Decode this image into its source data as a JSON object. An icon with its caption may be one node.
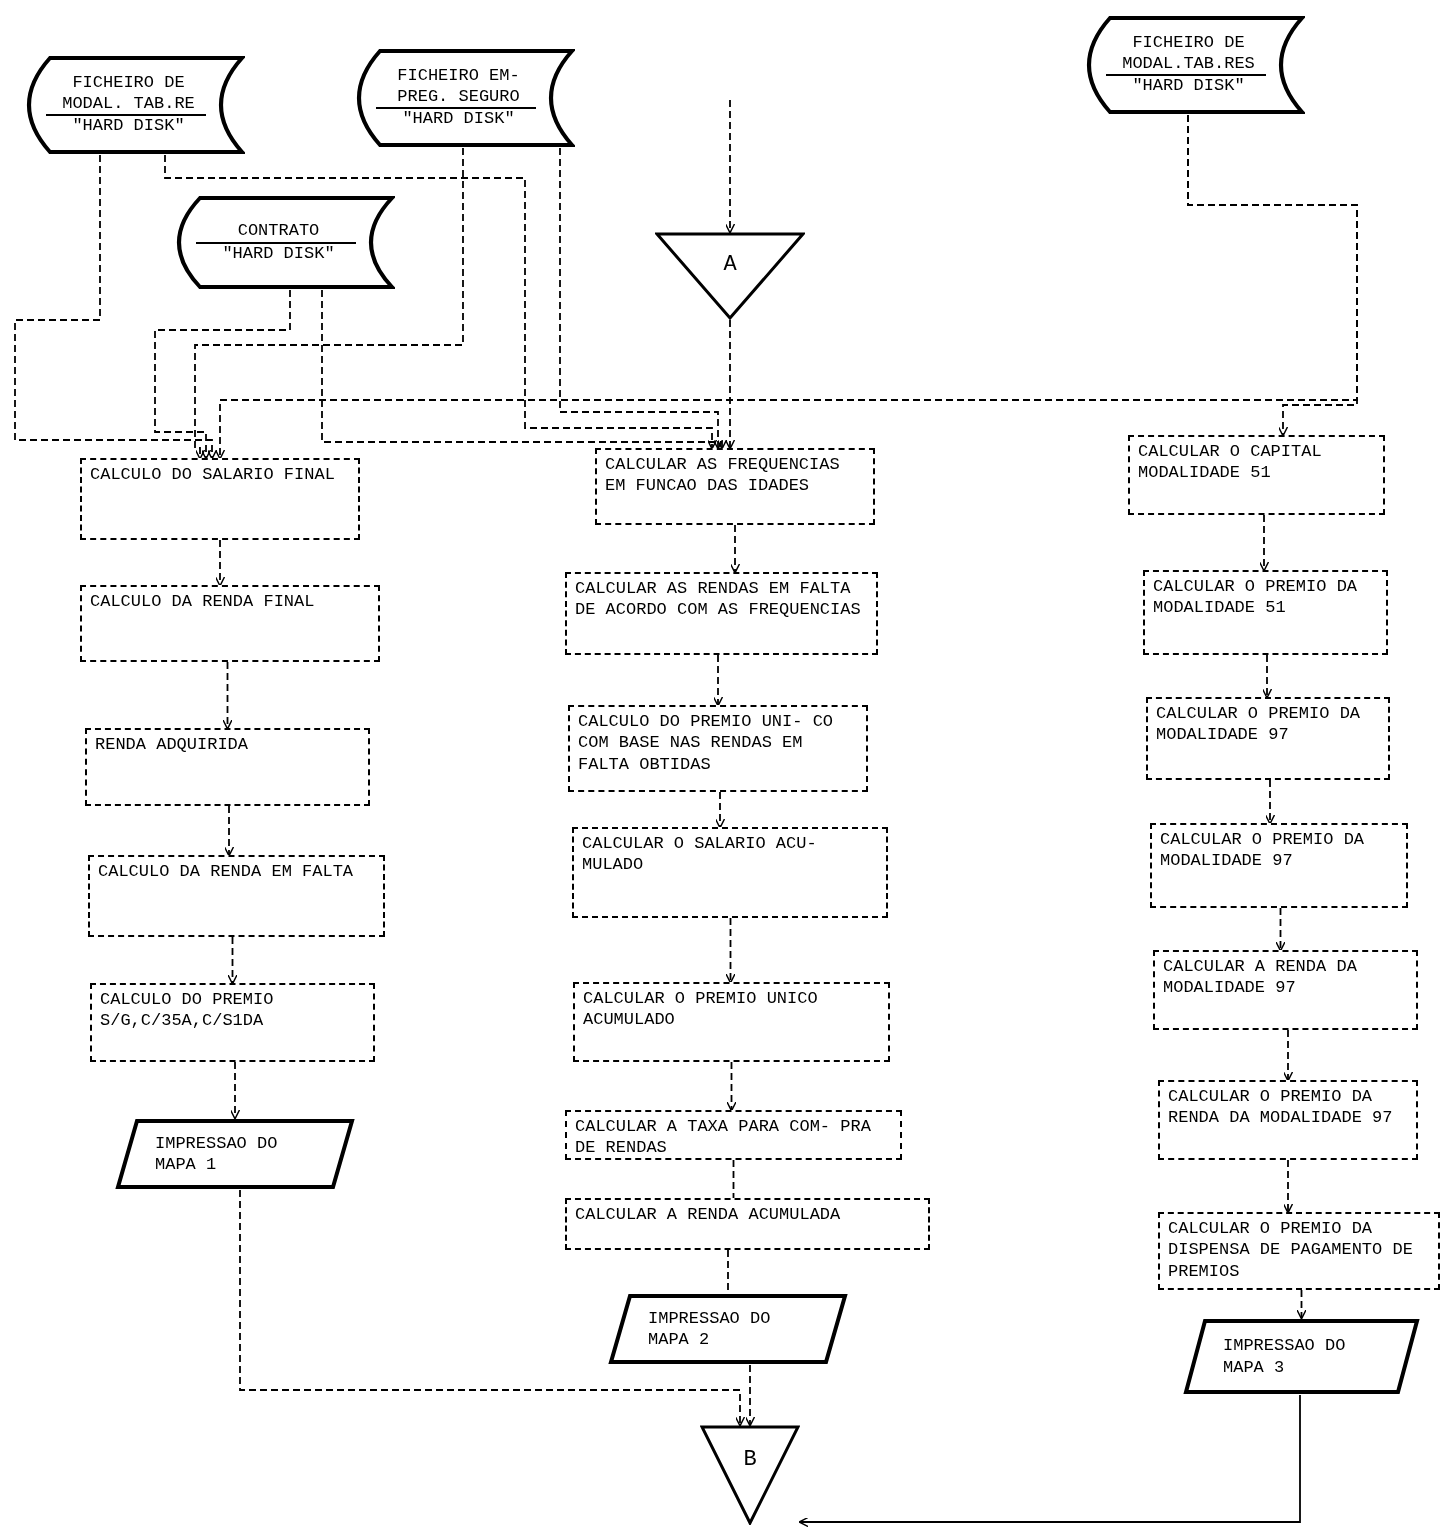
{
  "diagram": {
    "nodes": [
      {
        "text": [
          "FICHEIRO DE MODAL. TAB.RE",
          "\"HARD DISK\""
        ]
      },
      {
        "text": [
          "FICHEIRO EM- PREG. SEGURO",
          "\"HARD DISK\""
        ]
      },
      {
        "text": [
          "FICHEIRO DE MODAL.TAB.RES",
          "\"HARD DISK\""
        ]
      },
      {
        "text": [
          "CONTRATO",
          "\"HARD DISK\""
        ]
      },
      {
        "text": [
          "A"
        ]
      },
      {
        "text": [
          "CALCULO DO SALARIO FINAL"
        ]
      },
      {
        "text": [
          "CALCULO DA RENDA FINAL"
        ]
      },
      {
        "text": [
          "RENDA ADQUIRIDA"
        ]
      },
      {
        "text": [
          "CALCULO DA RENDA EM FALTA"
        ]
      },
      {
        "text": [
          "CALCULO DO PREMIO S/G,C/35A,C/S1DA"
        ]
      },
      {
        "text": [
          "IMPRESSAO DO MAPA 1"
        ]
      },
      {
        "text": [
          "CALCULAR AS FREQUENCIAS EM FUNCAO DAS IDADES"
        ]
      },
      {
        "text": [
          "CALCULAR AS RENDAS EM FALTA DE ACORDO COM AS FREQUENCIAS"
        ]
      },
      {
        "text": [
          "CALCULO DO PREMIO UNI- CO COM BASE NAS RENDAS EM FALTA OBTIDAS"
        ]
      },
      {
        "text": [
          "CALCULAR O SALARIO ACU- MULADO"
        ]
      },
      {
        "text": [
          "CALCULAR O PREMIO UNICO ACUMULADO"
        ]
      },
      {
        "text": [
          "CALCULAR A TAXA PARA COM- PRA DE RENDAS"
        ]
      },
      {
        "text": [
          "CALCULAR A RENDA ACUMULADA"
        ]
      },
      {
        "text": [
          "IMPRESSAO DO MAPA 2"
        ]
      },
      {
        "text": [
          "CALCULAR O CAPITAL MODALIDADE 51"
        ]
      },
      {
        "text": [
          "CALCULAR O PREMIO DA MODALIDADE 51"
        ]
      },
      {
        "text": [
          "CALCULAR O PREMIO DA MODALIDADE 97"
        ]
      },
      {
        "text": [
          "CALCULAR O PREMIO DA MODALIDADE 97"
        ]
      },
      {
        "text": [
          "CALCULAR A RENDA DA MODALIDADE 97"
        ]
      },
      {
        "text": [
          "CALCULAR O PREMIO DA RENDA DA MODALIDADE 97"
        ]
      },
      {
        "text": [
          "CALCULAR O PREMIO DA DISPENSA DE PAGAMENTO DE PREMIOS"
        ]
      },
      {
        "text": [
          "IMPRESSAO DO MAPA 3"
        ]
      },
      {
        "text": [
          "B"
        ]
      }
    ],
    "edges": [
      {
        "from": 0,
        "to": 5,
        "arrow": "to",
        "style": "dashed"
      },
      {
        "from": 0,
        "to": 11,
        "arrow": "to",
        "style": "dashed"
      },
      {
        "from": 1,
        "to": 5,
        "arrow": "to",
        "style": "dashed"
      },
      {
        "from": 1,
        "to": 11,
        "arrow": "to",
        "style": "dashed"
      },
      {
        "from": 3,
        "to": 5,
        "arrow": "to",
        "style": "dashed"
      },
      {
        "from": 3,
        "to": 11,
        "arrow": "to",
        "style": "dashed"
      },
      {
        "from": 2,
        "to": 19,
        "arrow": "to",
        "style": "dashed"
      },
      {
        "from": 2,
        "to": 5,
        "arrow": "to",
        "style": "dashed"
      },
      {
        "from": null,
        "to": 4,
        "arrow": "to",
        "style": "dashed"
      },
      {
        "from": 4,
        "to": 11,
        "arrow": "to",
        "style": "dashed"
      },
      {
        "from": 5,
        "to": 6,
        "arrow": "to",
        "style": "dashed"
      },
      {
        "from": 6,
        "to": 7,
        "arrow": "to",
        "style": "dashed"
      },
      {
        "from": 7,
        "to": 8,
        "arrow": "to",
        "style": "dashed"
      },
      {
        "from": 8,
        "to": 9,
        "arrow": "to",
        "style": "dashed"
      },
      {
        "from": 9,
        "to": 10,
        "arrow": "to",
        "style": "dashed"
      },
      {
        "from": 11,
        "to": 12,
        "arrow": "to",
        "style": "dashed"
      },
      {
        "from": 12,
        "to": 13,
        "arrow": "to",
        "style": "dashed"
      },
      {
        "from": 13,
        "to": 14,
        "arrow": "to",
        "style": "dashed"
      },
      {
        "from": 14,
        "to": 15,
        "arrow": "to",
        "style": "dashed"
      },
      {
        "from": 15,
        "to": 16,
        "arrow": "to",
        "style": "dashed"
      },
      {
        "from": 16,
        "to": 17,
        "arrow": "none",
        "style": "dashed"
      },
      {
        "from": 17,
        "to": 18,
        "arrow": "none",
        "style": "dashed"
      },
      {
        "from": 19,
        "to": 20,
        "arrow": "to",
        "style": "dashed"
      },
      {
        "from": 20,
        "to": 21,
        "arrow": "to",
        "style": "dashed"
      },
      {
        "from": 21,
        "to": 22,
        "arrow": "to",
        "style": "dashed"
      },
      {
        "from": 22,
        "to": 23,
        "arrow": "to",
        "style": "dashed"
      },
      {
        "from": 23,
        "to": 24,
        "arrow": "to",
        "style": "dashed"
      },
      {
        "from": 24,
        "to": 25,
        "arrow": "to",
        "style": "dashed"
      },
      {
        "from": 25,
        "to": 26,
        "arrow": "to",
        "style": "dashed"
      },
      {
        "from": 10,
        "to": 27,
        "arrow": "to",
        "style": "dashed"
      },
      {
        "from": 18,
        "to": 27,
        "arrow": "to",
        "style": "dashed"
      },
      {
        "from": 26,
        "to": 27,
        "arrow": "to"
      }
    ]
  }
}
